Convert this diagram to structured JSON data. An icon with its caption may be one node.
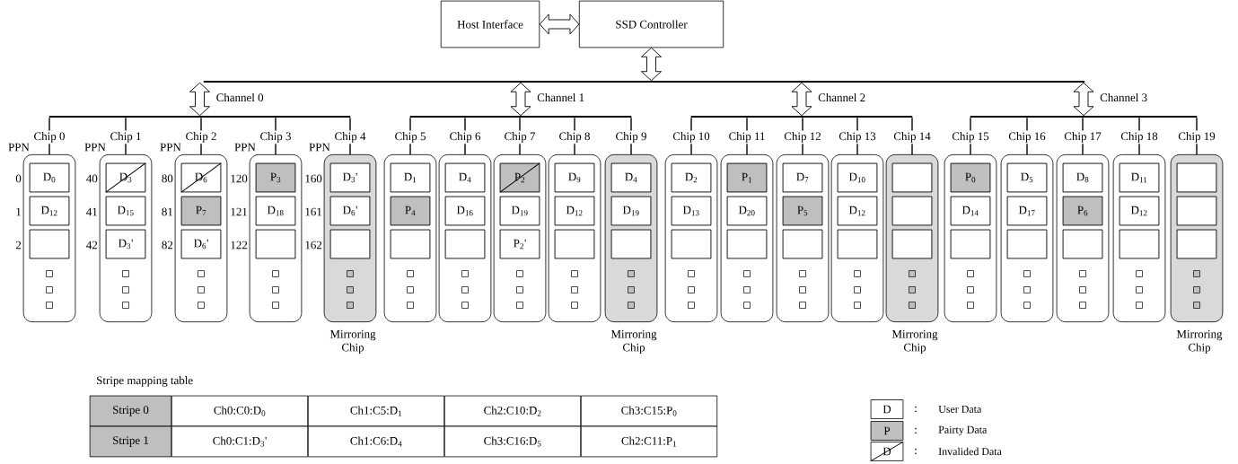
{
  "diagram": {
    "nodes": [
      {
        "text": [
          "Host Interface"
        ]
      },
      {
        "text": [
          "SSD Controller"
        ]
      },
      {
        "text": [],
        "shape": "bar"
      },
      {
        "text": [],
        "shape": "bar"
      },
      {
        "text": [],
        "shape": "bar"
      },
      {
        "text": [],
        "shape": "bar"
      },
      {
        "text": [],
        "shape": "bar"
      },
      {
        "text": [
          "Chip 0"
        ]
      },
      {
        "text": [
          "D$_{0}$"
        ],
        "in": 7
      },
      {
        "text": [
          "D$_{12}$"
        ],
        "in": 7
      },
      {
        "text": [],
        "shape": "box",
        "in": 7
      },
      {
        "text": [
          "Chip 1"
        ]
      },
      {
        "text": [
          "D$_{3}$"
        ],
        "in": 11
      },
      {
        "text": [
          "D$_{15}$"
        ],
        "in": 11
      },
      {
        "text": [
          "D$_{3}$'"
        ],
        "in": 11
      },
      {
        "text": [
          "Chip 2"
        ]
      },
      {
        "text": [
          "D$_{6}$"
        ],
        "in": 15
      },
      {
        "text": [
          "P$_{7}$"
        ],
        "in": 15
      },
      {
        "text": [
          "D$_{6}$'"
        ],
        "in": 15
      },
      {
        "text": [
          "Chip 3"
        ]
      },
      {
        "text": [
          "P$_{3}$"
        ],
        "in": 19
      },
      {
        "text": [
          "D$_{18}$"
        ],
        "in": 19
      },
      {
        "text": [],
        "shape": "box",
        "in": 19
      },
      {
        "text": [
          "Chip 4"
        ],
        "beside": [
          "Mirroring Chip"
        ]
      },
      {
        "text": [
          "D$_{3}$'"
        ],
        "in": 23
      },
      {
        "text": [
          "D$_{6}$'"
        ],
        "in": 23
      },
      {
        "text": [],
        "shape": "box",
        "in": 23
      },
      {
        "text": [
          "Chip 5"
        ]
      },
      {
        "text": [
          "D$_{1}$"
        ],
        "in": 27
      },
      {
        "text": [
          "P$_{4}$"
        ],
        "in": 27
      },
      {
        "text": [],
        "shape": "box",
        "in": 27
      },
      {
        "text": [
          "Chip 6"
        ]
      },
      {
        "text": [
          "D$_{4}$"
        ],
        "in": 31
      },
      {
        "text": [
          "D$_{16}$"
        ],
        "in": 31
      },
      {
        "text": [],
        "shape": "box",
        "in": 31
      },
      {
        "text": [
          "Chip 7"
        ]
      },
      {
        "text": [
          "P$_{2}$"
        ],
        "in": 35
      },
      {
        "text": [
          "D$_{19}$"
        ],
        "in": 35
      },
      {
        "text": [
          "P$_{2}$'"
        ],
        "in": 35
      },
      {
        "text": [
          "Chip 8"
        ]
      },
      {
        "text": [
          "D$_{9}$"
        ],
        "in": 39
      },
      {
        "text": [
          "D$_{12}$"
        ],
        "in": 39
      },
      {
        "text": [],
        "shape": "box",
        "in": 39
      },
      {
        "text": [
          "Chip 9"
        ],
        "beside": [
          "Mirroring Chip"
        ]
      },
      {
        "text": [
          "D$_{4}$"
        ],
        "in": 43
      },
      {
        "text": [
          "D$_{19}$"
        ],
        "in": 43
      },
      {
        "text": [],
        "shape": "box",
        "in": 43
      },
      {
        "text": [
          "Chip 10"
        ]
      },
      {
        "text": [
          "D$_{2}$"
        ],
        "in": 47
      },
      {
        "text": [
          "D$_{13}$"
        ],
        "in": 47
      },
      {
        "text": [],
        "shape": "box",
        "in": 47
      },
      {
        "text": [
          "Chip 11"
        ]
      },
      {
        "text": [
          "P$_{1}$"
        ],
        "in": 51
      },
      {
        "text": [
          "D$_{20}$"
        ],
        "in": 51
      },
      {
        "text": [],
        "shape": "box",
        "in": 51
      },
      {
        "text": [
          "Chip 12"
        ]
      },
      {
        "text": [
          "D$_{7}$"
        ],
        "in": 55
      },
      {
        "text": [
          "P$_{5}$"
        ],
        "in": 55
      },
      {
        "text": [],
        "shape": "box",
        "in": 55
      },
      {
        "text": [
          "Chip 13"
        ]
      },
      {
        "text": [
          "D$_{10}$"
        ],
        "in": 59
      },
      {
        "text": [
          "D$_{12}$"
        ],
        "in": 59
      },
      {
        "text": [],
        "shape": "box",
        "in": 59
      },
      {
        "text": [
          "Chip 14"
        ],
        "beside": [
          "Mirroring Chip"
        ]
      },
      {
        "text": [],
        "shape": "box",
        "in": 63
      },
      {
        "text": [],
        "shape": "box",
        "in": 63
      },
      {
        "text": [],
        "shape": "box",
        "in": 63
      },
      {
        "text": [
          "Chip 15"
        ]
      },
      {
        "text": [
          "P$_{0}$"
        ],
        "in": 67
      },
      {
        "text": [
          "D$_{14}$"
        ],
        "in": 67
      },
      {
        "text": [],
        "shape": "box",
        "in": 67
      },
      {
        "text": [
          "Chip 16"
        ]
      },
      {
        "text": [
          "D$_{5}$"
        ],
        "in": 71
      },
      {
        "text": [
          "D$_{17}$"
        ],
        "in": 71
      },
      {
        "text": [],
        "shape": "box",
        "in": 71
      },
      {
        "text": [
          "Chip 17"
        ]
      },
      {
        "text": [
          "D$_{8}$"
        ],
        "in": 75
      },
      {
        "text": [
          "P$_{6}$"
        ],
        "in": 75
      },
      {
        "text": [],
        "shape": "box",
        "in": 75
      },
      {
        "text": [
          "Chip 18"
        ]
      },
      {
        "text": [
          "D$_{11}$"
        ],
        "in": 79
      },
      {
        "text": [
          "D$_{12}$"
        ],
        "in": 79
      },
      {
        "text": [],
        "shape": "box",
        "in": 79
      },
      {
        "text": [
          "Chip 19"
        ],
        "beside": [
          "Mirroring Chip"
        ]
      },
      {
        "text": [],
        "shape": "box",
        "in": 83
      },
      {
        "text": [],
        "shape": "box",
        "in": 83
      },
      {
        "text": [],
        "shape": "box",
        "in": 83
      }
    ],
    "edges": [
      {
        "from": 0,
        "to": 1,
        "arrow": "both"
      },
      {
        "from": 1,
        "to": 2,
        "arrow": "both"
      },
      {
        "from": 2,
        "to": 3,
        "arrow": "both",
        "label": "Channel 0"
      },
      {
        "from": 2,
        "to": 4,
        "arrow": "both",
        "label": "Channel 1"
      },
      {
        "from": 2,
        "to": 5,
        "arrow": "both",
        "label": "Channel 2"
      },
      {
        "from": 2,
        "to": 6,
        "arrow": "both",
        "label": "Channel 3"
      },
      {
        "from": 3,
        "to": 7,
        "arrow": "none"
      },
      {
        "from": 3,
        "to": 11,
        "arrow": "none"
      },
      {
        "from": 3,
        "to": 15,
        "arrow": "none"
      },
      {
        "from": 3,
        "to": 19,
        "arrow": "none"
      },
      {
        "from": 3,
        "to": 23,
        "arrow": "none"
      },
      {
        "from": 4,
        "to": 27,
        "arrow": "none"
      },
      {
        "from": 4,
        "to": 31,
        "arrow": "none"
      },
      {
        "from": 4,
        "to": 35,
        "arrow": "none"
      },
      {
        "from": 4,
        "to": 39,
        "arrow": "none"
      },
      {
        "from": 4,
        "to": 43,
        "arrow": "none"
      },
      {
        "from": 5,
        "to": 47,
        "arrow": "none"
      },
      {
        "from": 5,
        "to": 51,
        "arrow": "none"
      },
      {
        "from": 5,
        "to": 55,
        "arrow": "none"
      },
      {
        "from": 5,
        "to": 59,
        "arrow": "none"
      },
      {
        "from": 5,
        "to": 63,
        "arrow": "none"
      },
      {
        "from": 6,
        "to": 67,
        "arrow": "none"
      },
      {
        "from": 6,
        "to": 71,
        "arrow": "none"
      },
      {
        "from": 6,
        "to": 75,
        "arrow": "none"
      },
      {
        "from": 6,
        "to": 79,
        "arrow": "none"
      },
      {
        "from": 6,
        "to": 83,
        "arrow": "none"
      }
    ],
    "labels": [
      "PPN",
      "PPN",
      "PPN",
      "PPN",
      "PPN",
      "0",
      "40",
      "80",
      "120",
      "160",
      "1",
      "41",
      "81",
      "121",
      "161",
      "2",
      "42",
      "82",
      "122",
      "162",
      "Stripe mapping table",
      "Stripe 0",
      "Ch0:C0:D$_{0}$",
      "Ch1:C5:D$_{1}$",
      "Ch2:C10:D$_{2}$",
      "Ch3:C15:P$_{0}$",
      "Stripe 1",
      "Ch0:C1:D$_{3}$'",
      "Ch1:C6:D$_{4}$",
      "Ch3:C16:D$_{5}$",
      "Ch2:C11:P$_{1}$",
      "D",
      ":",
      "P",
      ":",
      "D",
      ":"
    ],
    "legend": [
      {
        "text": "User Data"
      },
      {
        "text": "Pairty Data",
        "color": "#c0c0c0"
      },
      {
        "text": "Invalided Data"
      }
    ]
  }
}
